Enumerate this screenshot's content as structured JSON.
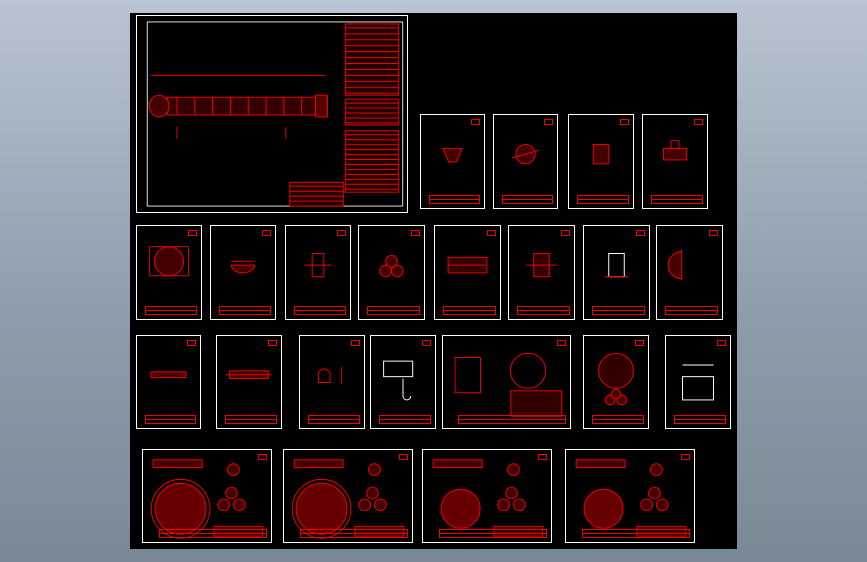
{
  "title": "",
  "viewport": {
    "background": "#000000",
    "sheet_color": "#ffffff",
    "ink_color": "#e00000"
  },
  "sheets": [
    {
      "name": "assembly-drawing",
      "kind": "assembly"
    },
    {
      "name": "part-1",
      "kind": "saddle"
    },
    {
      "name": "part-2",
      "kind": "flange-cut"
    },
    {
      "name": "part-3",
      "kind": "block"
    },
    {
      "name": "part-4",
      "kind": "nozzle"
    },
    {
      "name": "part-5",
      "kind": "shell-ring"
    },
    {
      "name": "part-6",
      "kind": "baffle"
    },
    {
      "name": "part-7",
      "kind": "t-pipe"
    },
    {
      "name": "part-8",
      "kind": "tube-trio"
    },
    {
      "name": "part-9",
      "kind": "channel"
    },
    {
      "name": "part-10",
      "kind": "cover"
    },
    {
      "name": "part-11",
      "kind": "bracket"
    },
    {
      "name": "part-12",
      "kind": "head"
    },
    {
      "name": "part-13",
      "kind": "rod"
    },
    {
      "name": "part-14",
      "kind": "rod-long"
    },
    {
      "name": "part-15",
      "kind": "lifting-lug"
    },
    {
      "name": "part-16",
      "kind": "elbow"
    },
    {
      "name": "part-17",
      "kind": "nozzle-detail"
    },
    {
      "name": "part-18",
      "kind": "tubesheet-ring"
    },
    {
      "name": "part-19",
      "kind": "box"
    },
    {
      "name": "tubesheet-1",
      "kind": "tubesheet-large"
    },
    {
      "name": "tubesheet-2",
      "kind": "tubesheet-large"
    },
    {
      "name": "tubesheet-3",
      "kind": "tubesheet-small"
    },
    {
      "name": "tubesheet-4",
      "kind": "tubesheet-small"
    }
  ]
}
